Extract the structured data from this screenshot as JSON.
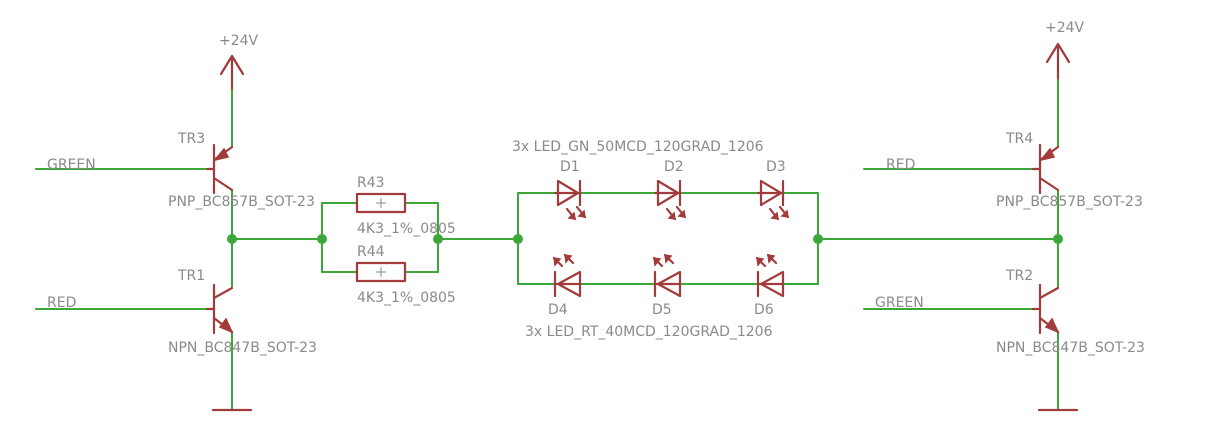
{
  "nets": {
    "supply_left": "+24V",
    "supply_right": "+24V",
    "left_top_input": "GREEN",
    "left_bottom_input": "RED",
    "right_top_input": "RED",
    "right_bottom_input": "GREEN"
  },
  "transistors": [
    {
      "ref": "TR3",
      "value": "PNP_BC857B_SOT-23"
    },
    {
      "ref": "TR1",
      "value": "NPN_BC847B_SOT-23"
    },
    {
      "ref": "TR4",
      "value": "PNP_BC857B_SOT-23"
    },
    {
      "ref": "TR2",
      "value": "NPN_BC847B_SOT-23"
    }
  ],
  "resistors": [
    {
      "ref": "R43",
      "value": "4K3_1%_0805"
    },
    {
      "ref": "R44",
      "value": "4K3_1%_0805"
    }
  ],
  "led_groups": {
    "green": {
      "caption": "3x LED_GN_50MCD_120GRAD_1206",
      "refs": [
        "D1",
        "D2",
        "D3"
      ]
    },
    "red": {
      "caption": "3x LED_RT_40MCD_120GRAD_1206",
      "refs": [
        "D4",
        "D5",
        "D6"
      ]
    }
  },
  "colors": {
    "wire": "#3da83a",
    "part": "#a23b3b",
    "text": "#8a8a8a"
  }
}
